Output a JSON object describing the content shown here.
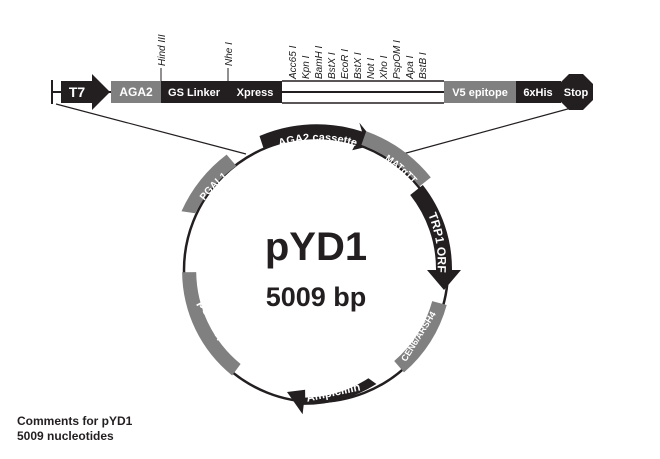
{
  "colors": {
    "dark": "#231f20",
    "gray": "#808080",
    "light_gray": "#a6a6a6",
    "text_on_dark": "#ffffff"
  },
  "cassette": {
    "t7": "T7",
    "aga2": "AGA2",
    "gs_linker": "GS Linker",
    "xpress": "Xpress",
    "v5_epitope": "V5 epitope",
    "his": "6xHis",
    "stop": "Stop",
    "sites": {
      "hind": "Hind III",
      "nhe": "Nhe I",
      "acc65": "Acc65 I",
      "kpn": "Kpn I",
      "bamh": "BamH I",
      "bstx1": "BstX I",
      "ecor": "EcoR I",
      "bstx2": "BstX I",
      "not": "Not I",
      "xho": "Xho I",
      "pspom": "PspOM I",
      "apa": "Apa I",
      "bstb": "BstB I"
    }
  },
  "plasmid": {
    "name": "pYD1",
    "size": "5009 bp",
    "features": {
      "aga2_cassette": "AGA2 cassette",
      "mat_tt": "MATαTT",
      "trp1": "TRP1 ORF",
      "cen6": "CEN6/ARSH4",
      "ampicillin": "Ampicillin",
      "puc_ori": "pUC ori",
      "pgal1": "PGAL1"
    }
  },
  "comments": {
    "line1": "Comments for pYD1",
    "line2": "5009 nucleotides"
  }
}
